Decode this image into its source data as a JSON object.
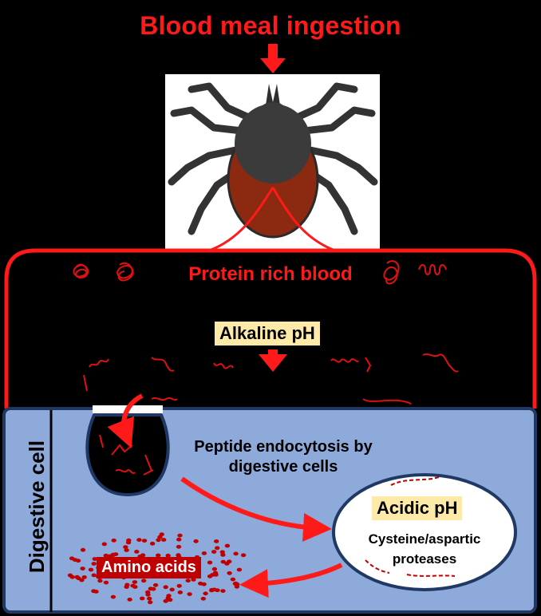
{
  "labels": {
    "title": "Blood meal ingestion",
    "protein_rich_blood": "Protein rich blood",
    "alkaline_ph": "Alkaline pH",
    "peptide_endocytosis": "Peptide endocytosis by digestive cells",
    "digestive_cell": "Digestive cell",
    "acidic_ph": "Acidic pH",
    "proteases": "Cysteine/aspartic proteases",
    "amino_acids": "Amino acids"
  },
  "colors": {
    "arrow_red": "#ff1a1a",
    "peptide_red": "#e01010",
    "cell_blue": "#8eaadb",
    "cell_border": "#1f3864",
    "tick_body_dark": "#3b3b3b",
    "tick_abdomen": "#8b2a10",
    "label_highlight": "#fde9a8",
    "amino_dot": "#c00000"
  }
}
